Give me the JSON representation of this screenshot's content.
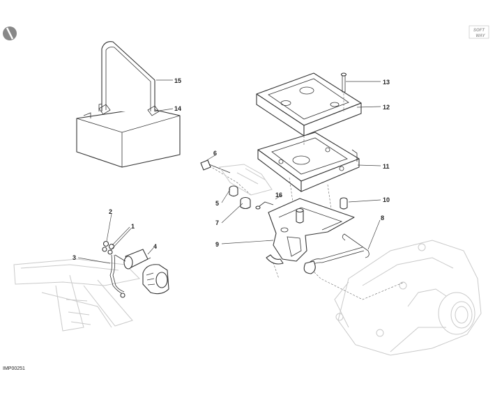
{
  "drawing_code": "IMP00251",
  "brand_badge": {
    "line1": "SOFT",
    "line2": "WAY"
  },
  "callouts": [
    {
      "label": "1"
    },
    {
      "label": "2"
    },
    {
      "label": "3"
    },
    {
      "label": "4"
    },
    {
      "label": "5"
    },
    {
      "label": "6"
    },
    {
      "label": "7"
    },
    {
      "label": "8"
    },
    {
      "label": "9"
    },
    {
      "label": "10"
    },
    {
      "label": "11"
    },
    {
      "label": "12"
    },
    {
      "label": "13"
    },
    {
      "label": "14"
    },
    {
      "label": "15"
    },
    {
      "label": "16"
    }
  ],
  "colors": {
    "line": "#333333",
    "ghost": "#c9c9c9",
    "background": "#ffffff"
  },
  "icons": {
    "corner_mark": "disc-icon"
  }
}
